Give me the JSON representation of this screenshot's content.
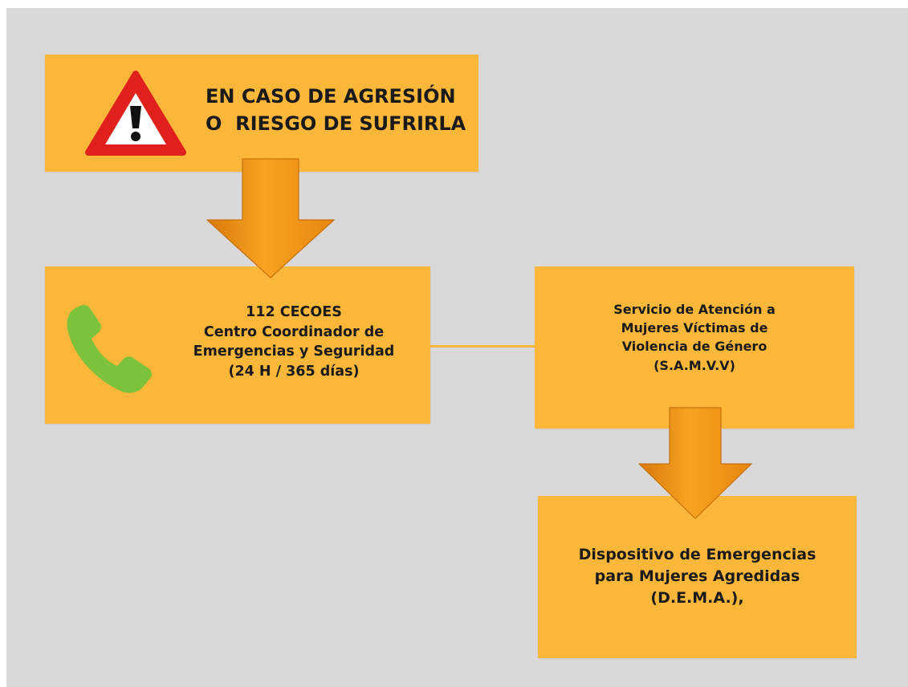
{
  "alert_box": {
    "lines": [
      "EN CASO DE AGRESIÓN",
      "O  RIESGO DE SUFRIRLA"
    ]
  },
  "emergency_box": {
    "lines": [
      "112 CECOES",
      "Centro Coordinador de",
      "Emergencias y Seguridad",
      "(24 H / 365 días)"
    ]
  },
  "samvv_box": {
    "lines": [
      "Servicio de Atención a",
      "Mujeres Víctimas de",
      "Violencia de Género",
      "(S.A.M.V.V)"
    ]
  },
  "dema_box": {
    "lines": [
      "Dispositivo de Emergencias",
      "para Mujeres Agredidas",
      "(D.E.M.A.),"
    ]
  },
  "icons": {
    "warning": "warning-triangle-icon",
    "phone": "phone-icon",
    "arrow": "arrow-down-icon"
  },
  "colors": {
    "box_fill": "#fbb739",
    "arrow_fill": "#f39a1a",
    "warning_red": "#e0201c",
    "phone_green": "#7cc23a",
    "background": "#d9d9d9"
  }
}
